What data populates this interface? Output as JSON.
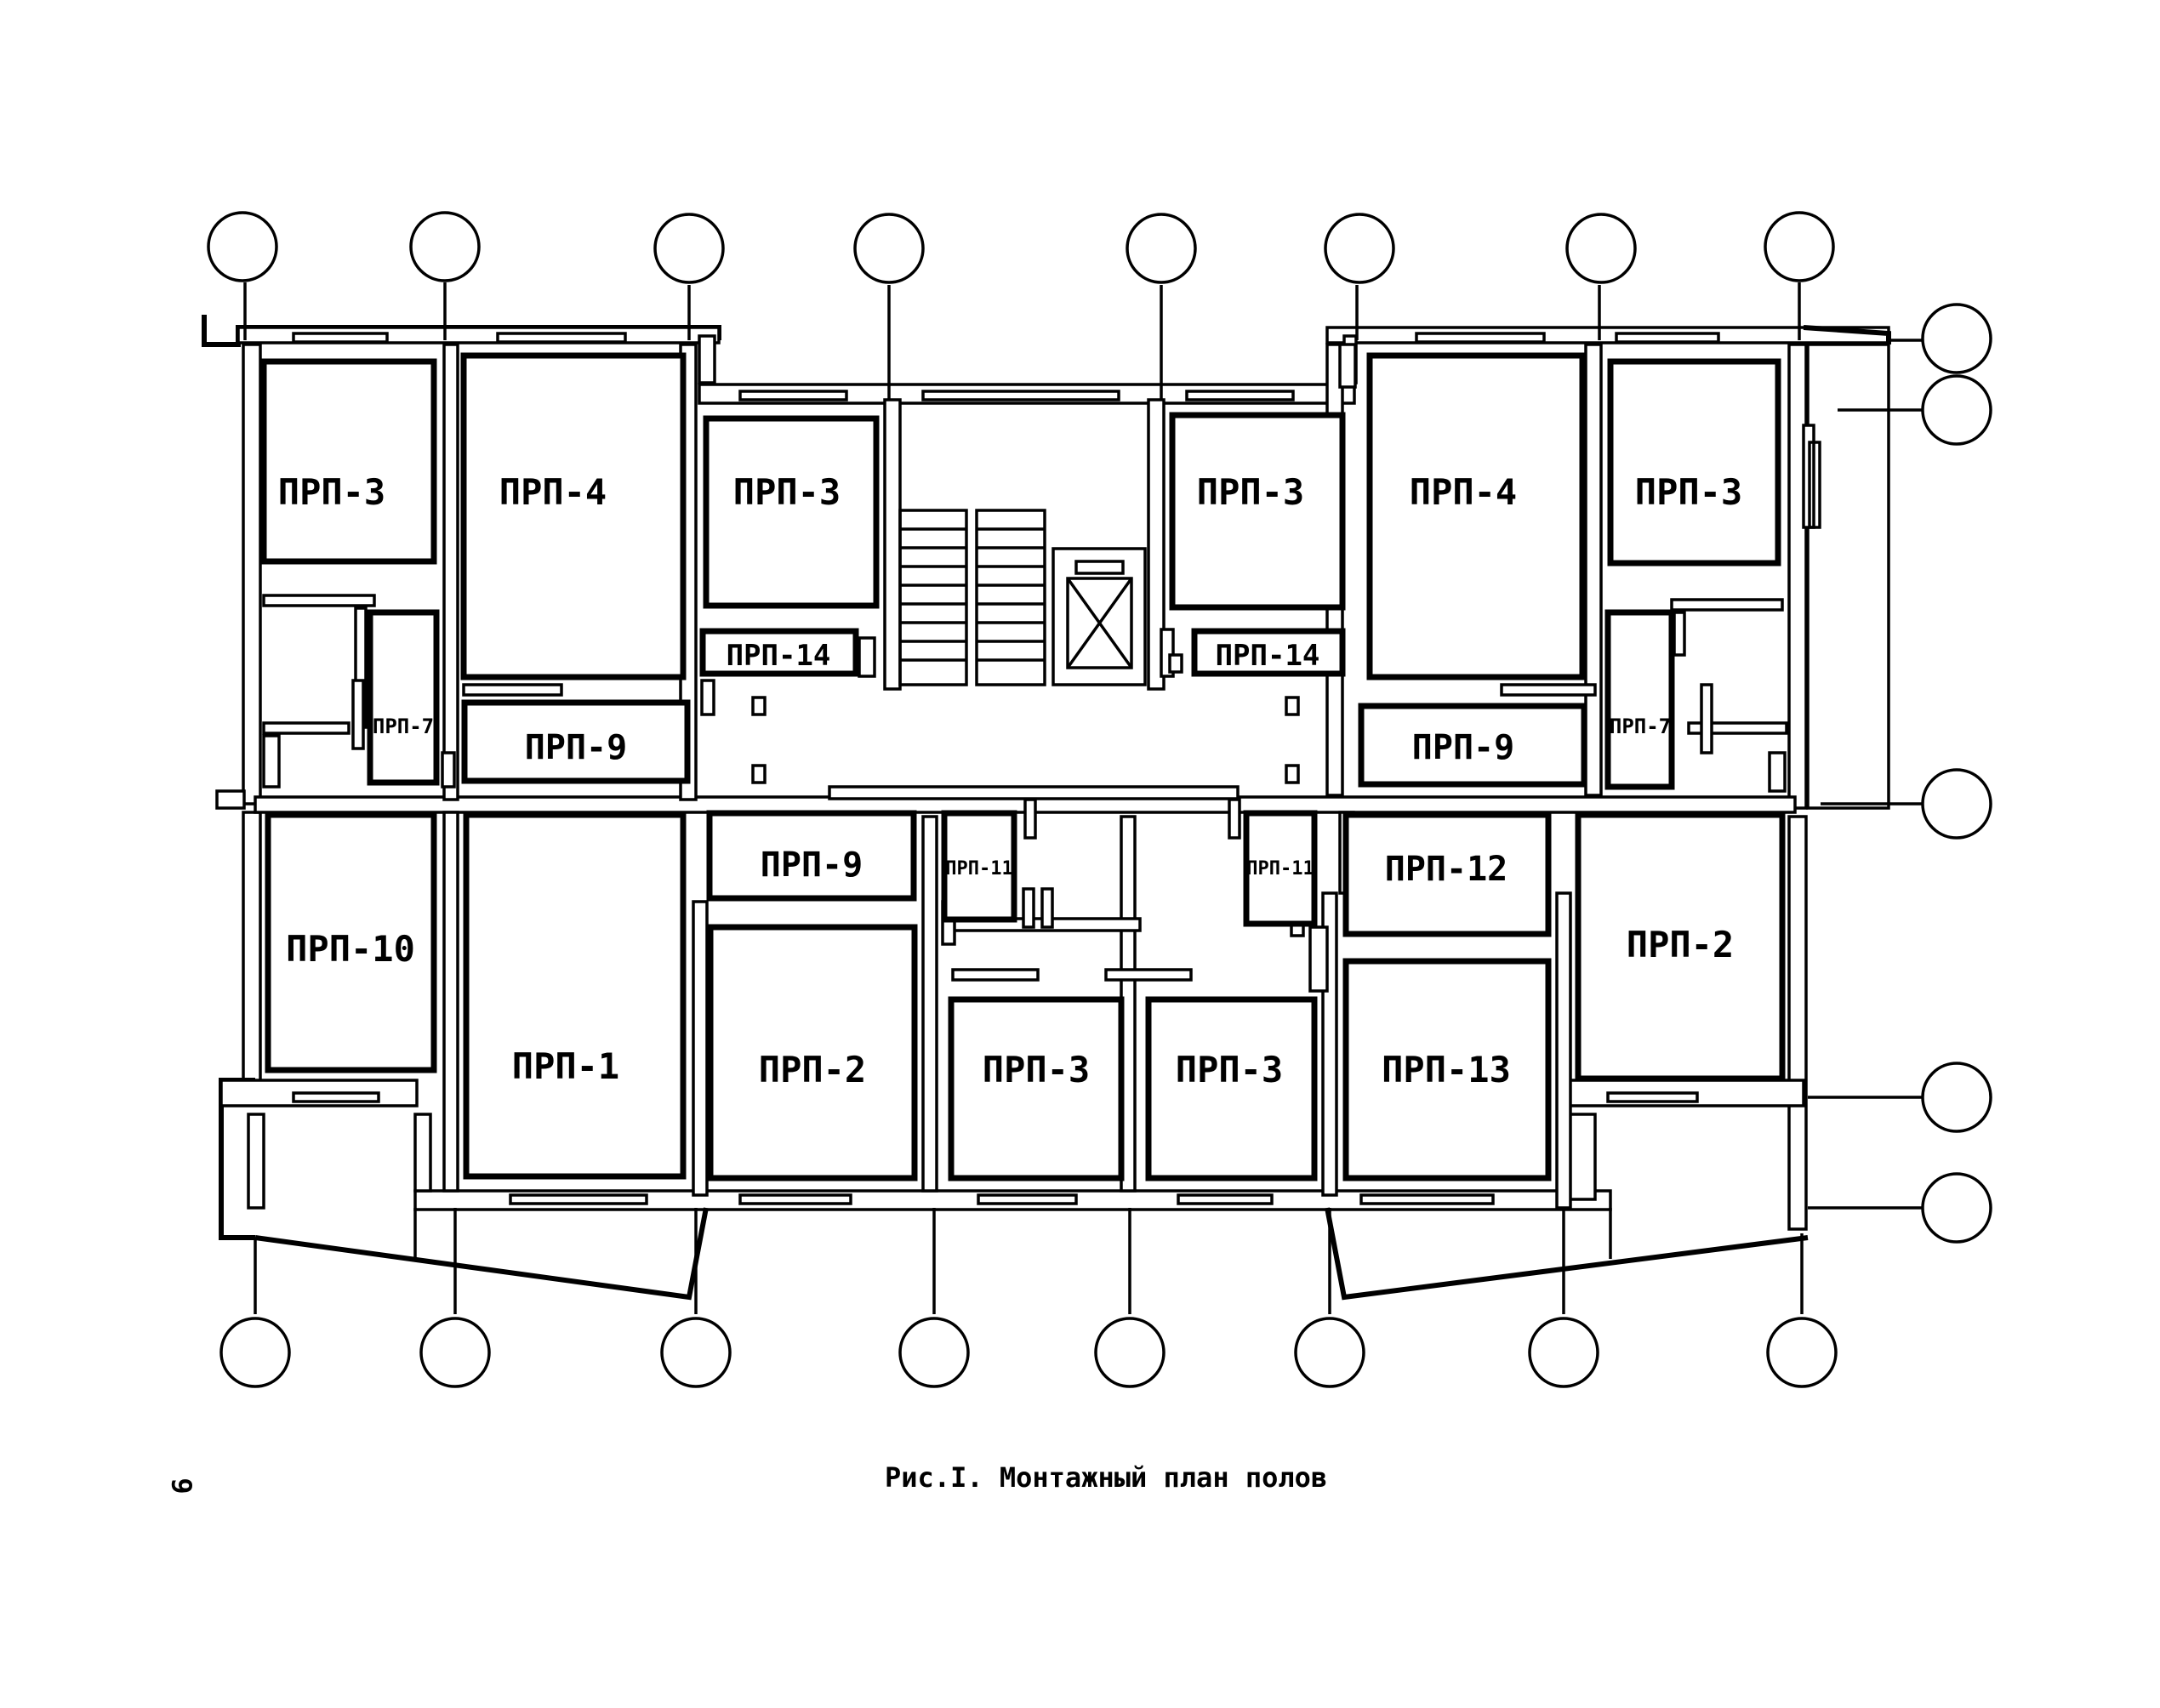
{
  "drawing": {
    "caption": "Рис.I. Монтажный план полов",
    "page_number": "6",
    "room_labels": {
      "r1": "ПРП-3",
      "r2": "ПРП-4",
      "r3": "ПРП-3",
      "r4": "ПРП-3",
      "r5": "ПРП-4",
      "r6": "ПРП-3",
      "r7": "ПРП-14",
      "r8": "ПРП-14",
      "r9": "ПРП-7",
      "r10": "ПРП-7",
      "r11": "ПРП-9",
      "r12": "ПРП-9",
      "r13": "ПРП-9",
      "r14": "ПРП-11",
      "r15": "ПРП-11",
      "r16": "ПРП-12",
      "r17": "ПРП-10",
      "r18": "ПРП-1",
      "r19": "ПРП-2",
      "r20": "ПРП-3",
      "r21": "ПРП-3",
      "r22": "ПРП-13",
      "r23": "ПРП-2"
    }
  }
}
